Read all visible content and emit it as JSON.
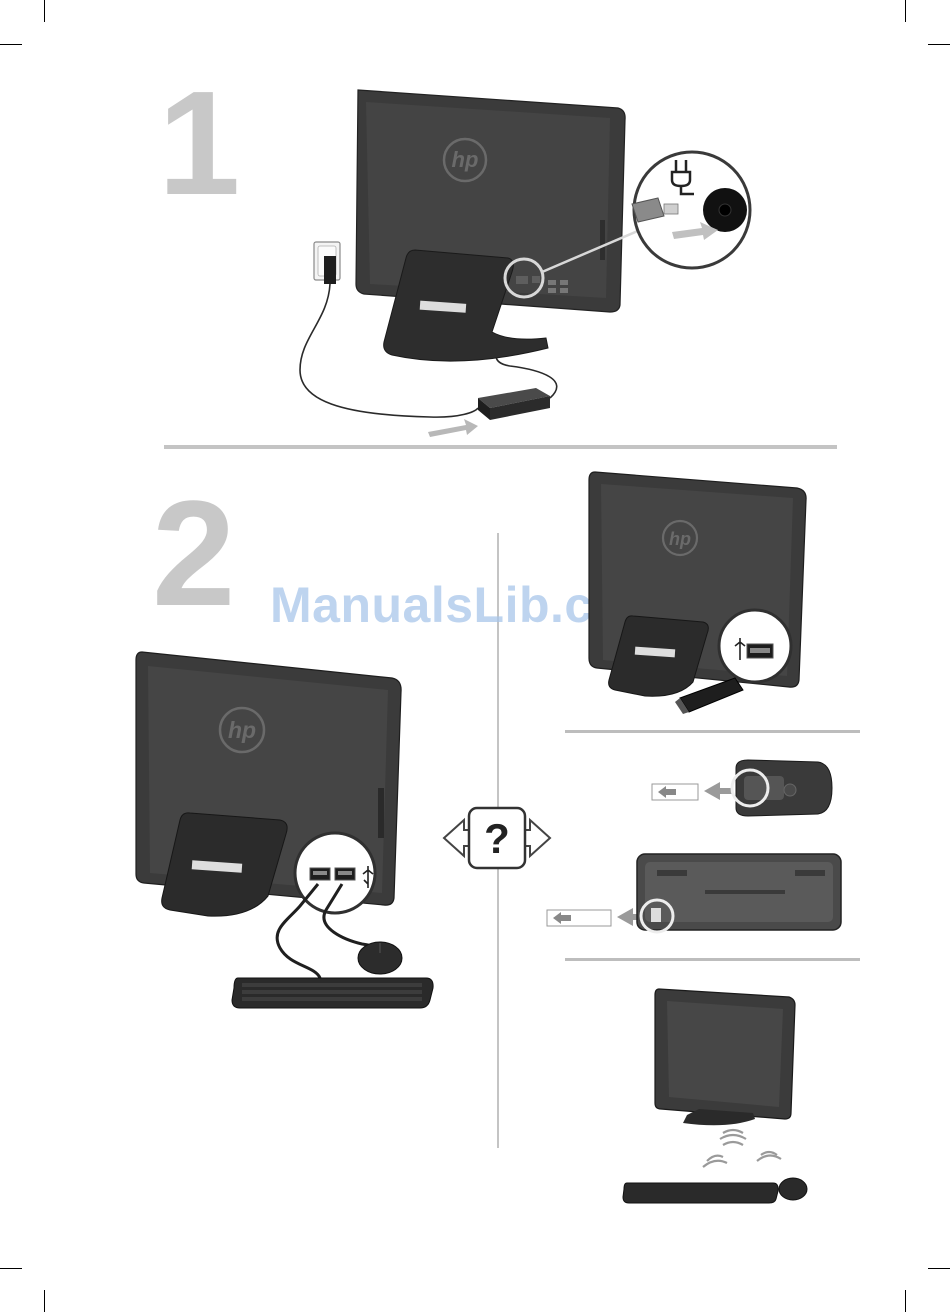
{
  "steps": {
    "one": "1",
    "two": "2"
  },
  "watermark": "ManualsLib.com",
  "brand": "hp",
  "help_symbol": "?",
  "colors": {
    "step_gray": "#c8c8c8",
    "watermark_blue": "#a9c6ea",
    "device_dark": "#3a3a3a",
    "rule_gray": "#bdbdbd"
  },
  "icons": [
    "power-plug-icon",
    "usb-icon",
    "question-mark-icon",
    "wireless-signal-icon",
    "arrow-icon"
  ]
}
